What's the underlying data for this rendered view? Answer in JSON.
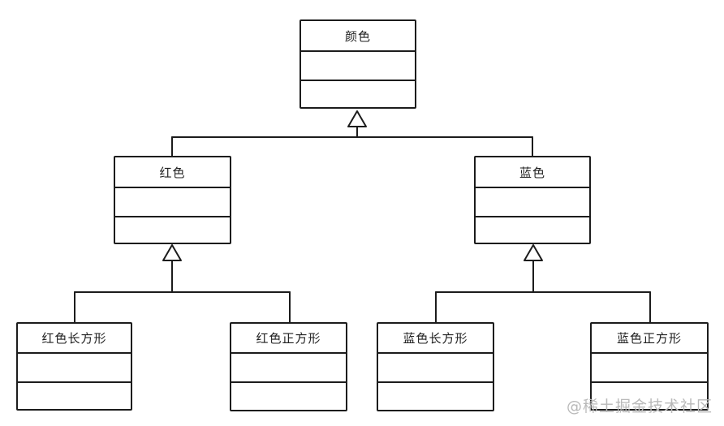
{
  "diagram": {
    "type": "uml-class-inheritance",
    "nodes": [
      {
        "id": "color",
        "label": "颜色"
      },
      {
        "id": "red",
        "label": "红色"
      },
      {
        "id": "blue",
        "label": "蓝色"
      },
      {
        "id": "red-rectangle",
        "label": "红色长方形"
      },
      {
        "id": "red-square",
        "label": "红色正方形"
      },
      {
        "id": "blue-rectangle",
        "label": "蓝色长方形"
      },
      {
        "id": "blue-square",
        "label": "蓝色正方形"
      }
    ],
    "edges": [
      {
        "from": "红色",
        "to": "颜色",
        "type": "generalization"
      },
      {
        "from": "蓝色",
        "to": "颜色",
        "type": "generalization"
      },
      {
        "from": "红色长方形",
        "to": "红色",
        "type": "generalization"
      },
      {
        "from": "红色正方形",
        "to": "红色",
        "type": "generalization"
      },
      {
        "from": "蓝色长方形",
        "to": "蓝色",
        "type": "generalization"
      },
      {
        "from": "蓝色正方形",
        "to": "蓝色",
        "type": "generalization"
      }
    ],
    "colors": {
      "stroke": "#1c1c1c",
      "text": "#1f1f1f",
      "background": "#ffffff",
      "watermark": "#b9b9b9"
    }
  },
  "watermark": {
    "text": "@稀土掘金技术社区"
  }
}
